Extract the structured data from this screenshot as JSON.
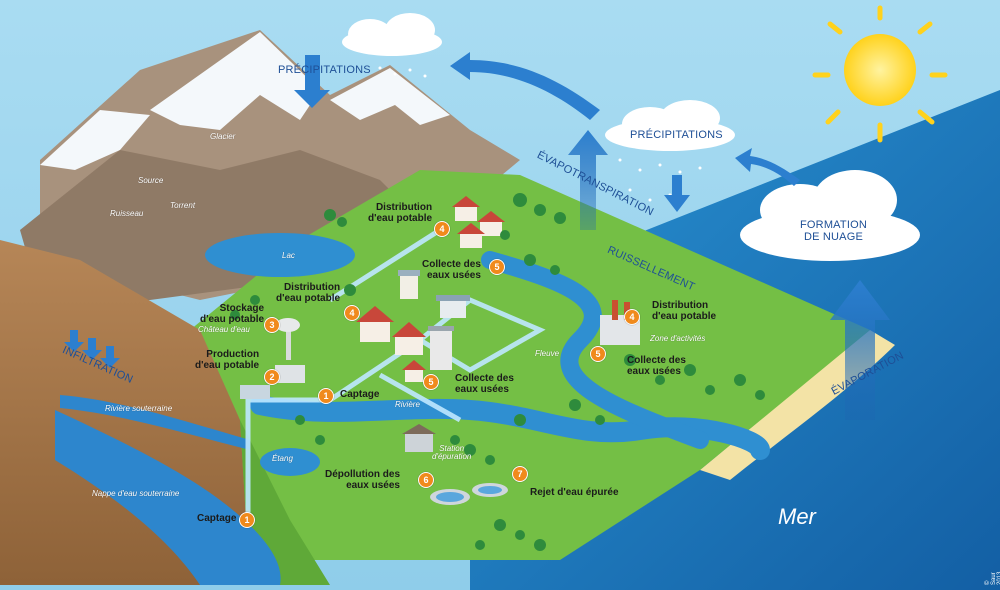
{
  "labels": {
    "precipitations_top": "PRÉCIPITATIONS",
    "precipitations_right": "PRÉCIPITATIONS",
    "evapotranspiration": "ÉVAPOTRANSPIRATION",
    "formation_nuage": "FORMATION\nDE NUAGE",
    "evaporation": "ÉVAPORATION",
    "ruissellement": "RUISSELLEMENT",
    "infiltration": "INFILTRATION",
    "glacier": "Glacier",
    "source": "Source",
    "torrent": "Torrent",
    "ruisseau": "Ruisseau",
    "lac": "Lac",
    "riviere_souterraine": "Rivière souterraine",
    "nappe": "Nappe d'eau souterraine",
    "etang": "Étang",
    "riviere": "Rivière",
    "fleuve": "Fleuve",
    "mer": "Mer",
    "chateau_eau": "Château d'eau",
    "station_epuration": "Station\nd'épuration",
    "zone_activites": "Zone d'activités",
    "captage_bottom": "Captage",
    "captage_mid": "Captage",
    "stockage": "Stockage\nd'eau potable",
    "production": "Production\nd'eau potable",
    "distribution_1": "Distribution\nd'eau potable",
    "distribution_2": "Distribution\nd'eau potable",
    "distribution_3": "Distribution\nd'eau potable",
    "collecte_1": "Collecte des\neaux usées",
    "collecte_2": "Collecte des\neaux usées",
    "collecte_3": "Collecte des\neaux usées",
    "depollution": "Dépollution des\neaux usées",
    "rejet": "Rejet d'eau épurée",
    "copyright": "© Saur 2013"
  },
  "badges": {
    "b1a": "1",
    "b1b": "1",
    "b2": "2",
    "b3": "3",
    "b4a": "4",
    "b4b": "4",
    "b4c": "4",
    "b5a": "5",
    "b5b": "5",
    "b5c": "5",
    "b6": "6",
    "b7": "7"
  },
  "colors": {
    "sky": "#9fd6ef",
    "sea": "#1f86c8",
    "grass": "#6fbe44",
    "river": "#2f8fd1",
    "badge": "#f08a1c",
    "label_blue": "#1e4f96"
  }
}
